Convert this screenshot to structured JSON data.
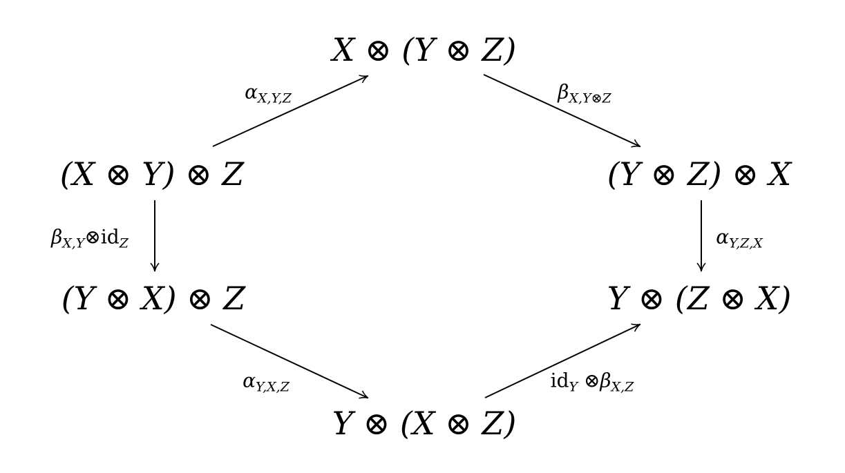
{
  "nodes": {
    "top": "X ⊗ (Y ⊗ Z)",
    "left_upper": "(X ⊗ Y) ⊗ Z",
    "right_upper": "(Y ⊗ Z) ⊗ X",
    "left_lower": "(Y ⊗ X) ⊗ Z",
    "right_lower": "Y ⊗ (Z ⊗ X)",
    "bottom": "Y ⊗ (X ⊗ Z)"
  },
  "labels": {
    "alpha_xyz": {
      "sym": "α",
      "sub": "X,Y,Z"
    },
    "beta_x_yz": {
      "sym": "β",
      "sub": "X,Y⊗Z"
    },
    "beta_xy_id": {
      "sym": "β",
      "sub": "X,Y",
      "mid": "⊗id",
      "sub2": "Z"
    },
    "alpha_yzx": {
      "sym": "α",
      "sub": "Y,Z,X"
    },
    "alpha_yxz": {
      "sym": "α",
      "sub": "Y,X,Z"
    },
    "id_beta_xz": {
      "pre": "id",
      "pre_sub": "Y",
      "op": " ⊗",
      "sym": "β",
      "sub": "X,Z"
    }
  }
}
